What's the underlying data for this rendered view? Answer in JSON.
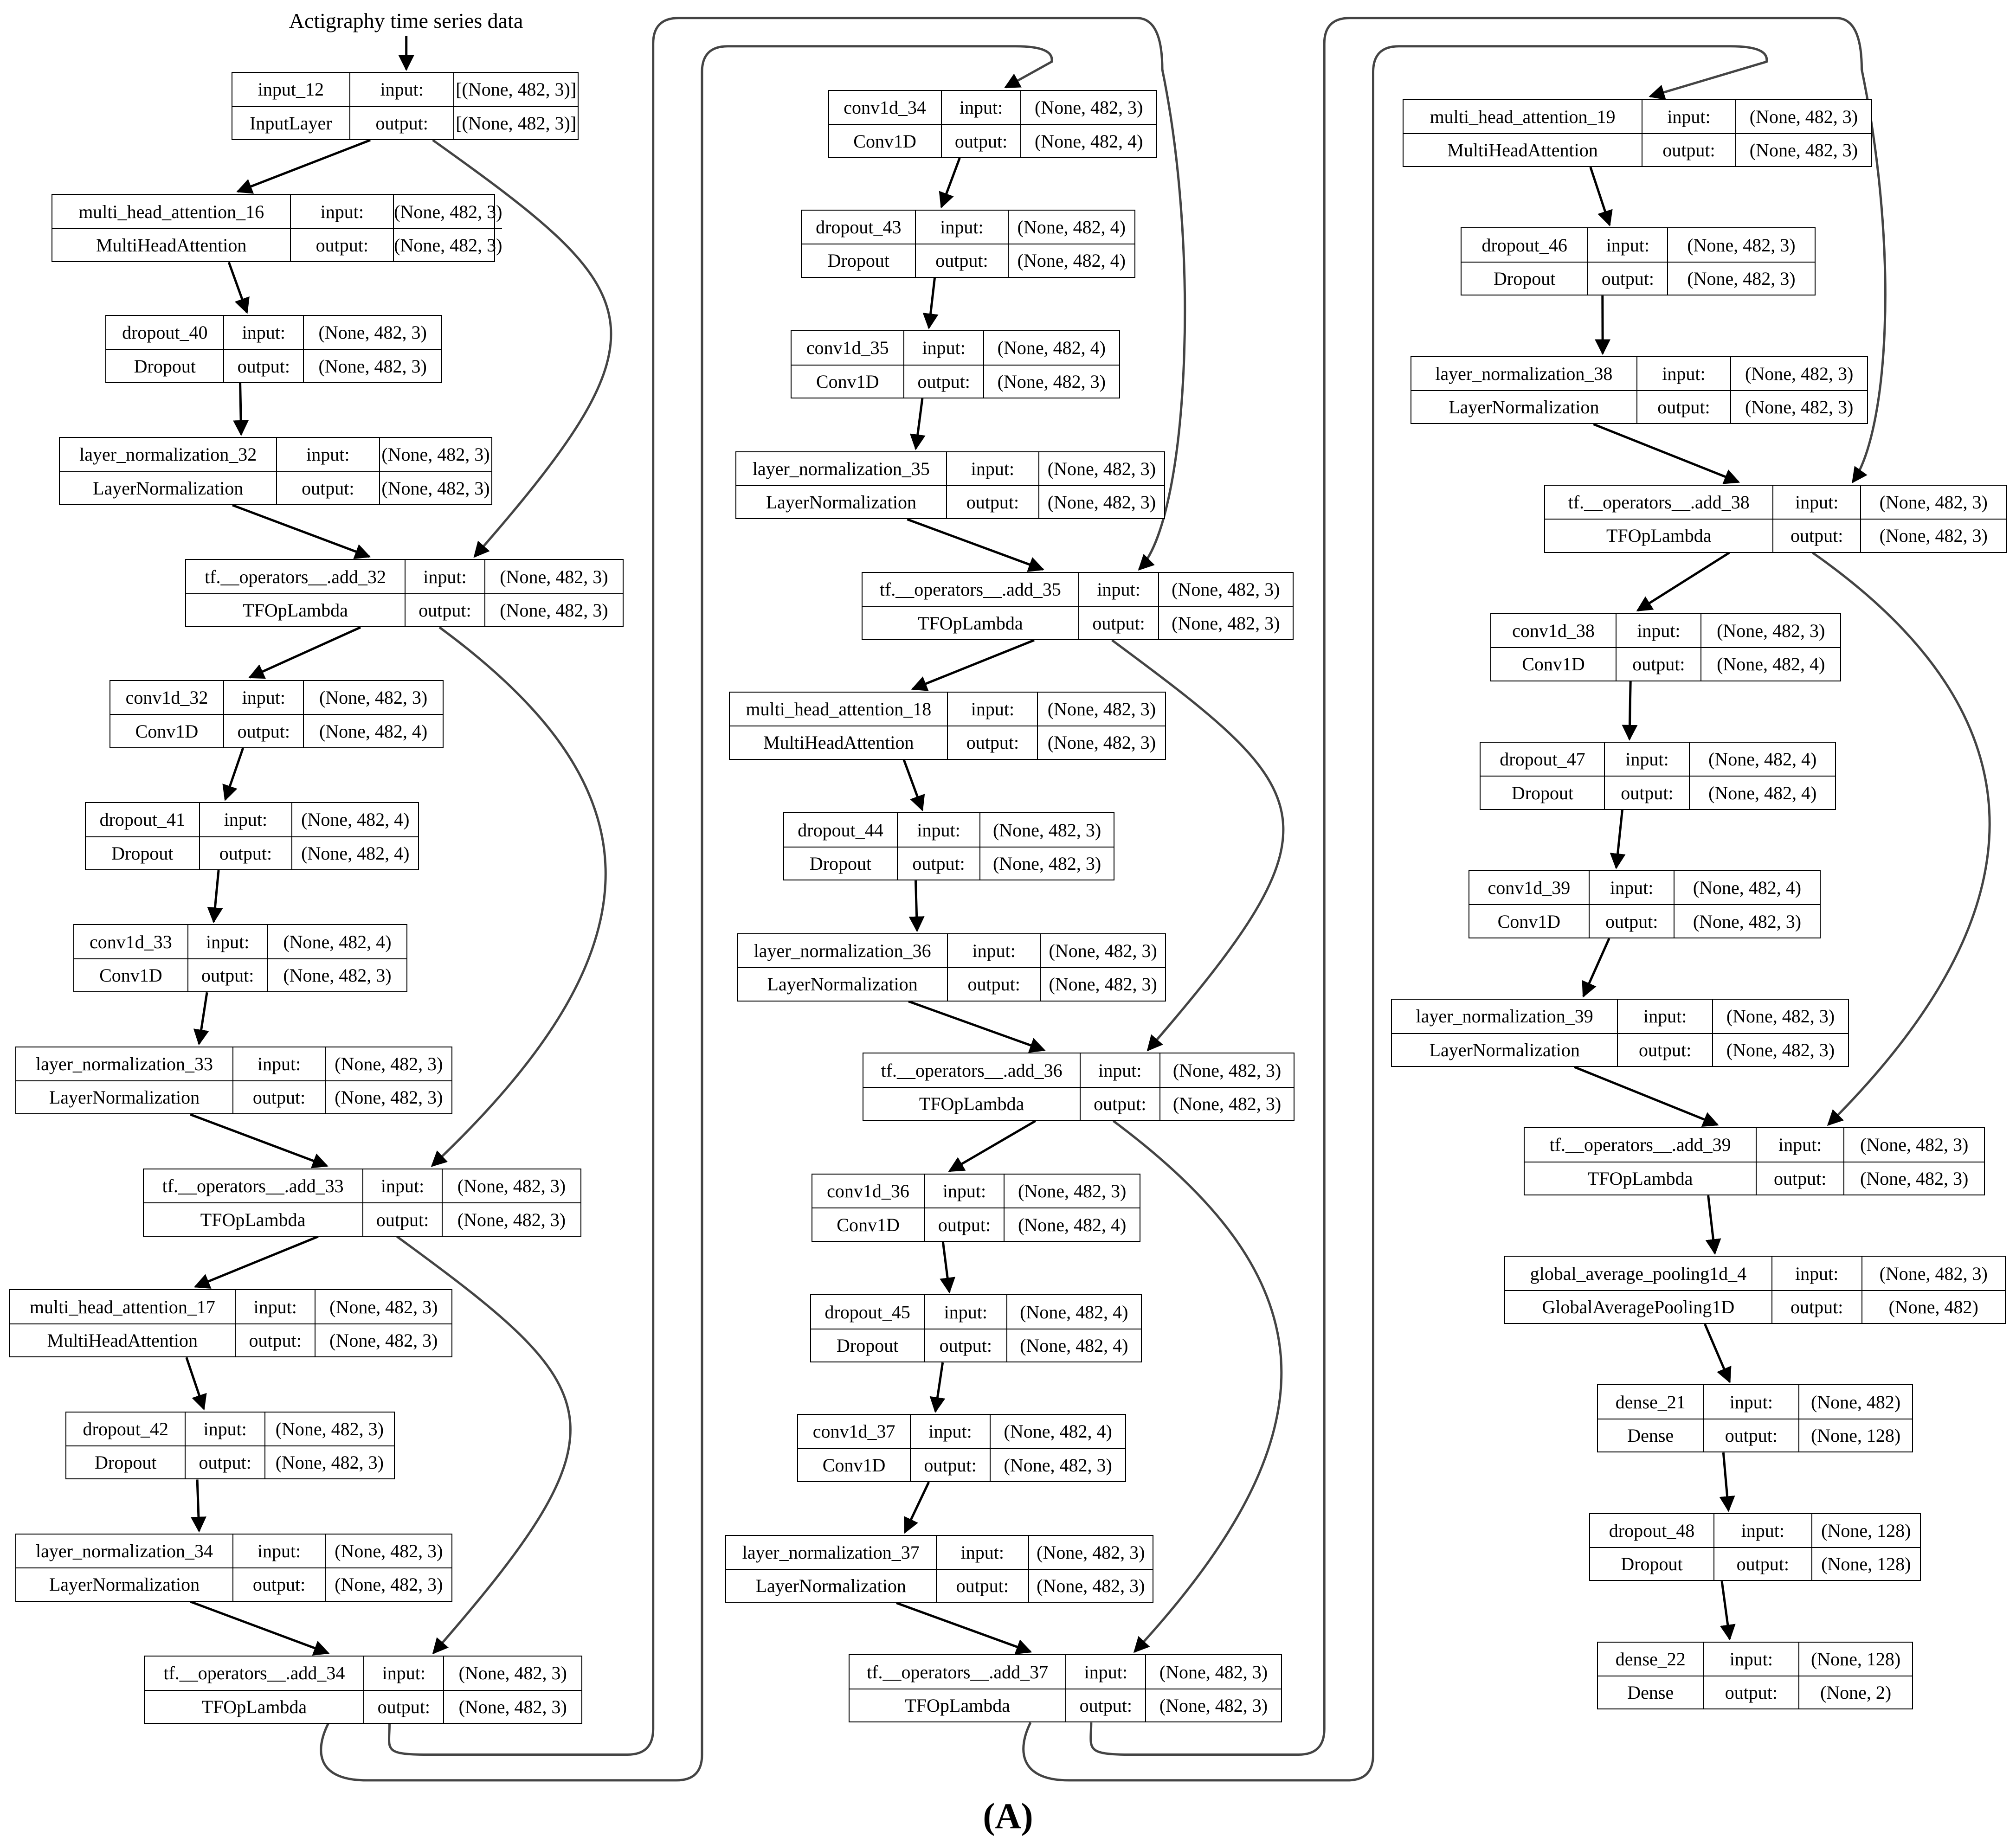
{
  "top_label": "Actigraphy time series data",
  "panel_label": "(A)",
  "nodes": [
    {
      "id": "input_12",
      "name": "input_12",
      "type": "InputLayer",
      "in_label": "input:",
      "out_label": "output:",
      "input": "[(None, 482, 3)]",
      "output": "[(None, 482, 3)]"
    },
    {
      "id": "mha16",
      "name": "multi_head_attention_16",
      "type": "MultiHeadAttention",
      "in_label": "input:",
      "out_label": "output:",
      "input": "(None, 482, 3)",
      "output": "(None, 482, 3)"
    },
    {
      "id": "do40",
      "name": "dropout_40",
      "type": "Dropout",
      "in_label": "input:",
      "out_label": "output:",
      "input": "(None, 482, 3)",
      "output": "(None, 482, 3)"
    },
    {
      "id": "ln32",
      "name": "layer_normalization_32",
      "type": "LayerNormalization",
      "in_label": "input:",
      "out_label": "output:",
      "input": "(None, 482, 3)",
      "output": "(None, 482, 3)"
    },
    {
      "id": "add32",
      "name": "tf.__operators__.add_32",
      "type": "TFOpLambda",
      "in_label": "input:",
      "out_label": "output:",
      "input": "(None, 482, 3)",
      "output": "(None, 482, 3)"
    },
    {
      "id": "cv32",
      "name": "conv1d_32",
      "type": "Conv1D",
      "in_label": "input:",
      "out_label": "output:",
      "input": "(None, 482, 3)",
      "output": "(None, 482, 4)"
    },
    {
      "id": "do41",
      "name": "dropout_41",
      "type": "Dropout",
      "in_label": "input:",
      "out_label": "output:",
      "input": "(None, 482, 4)",
      "output": "(None, 482, 4)"
    },
    {
      "id": "cv33",
      "name": "conv1d_33",
      "type": "Conv1D",
      "in_label": "input:",
      "out_label": "output:",
      "input": "(None, 482, 4)",
      "output": "(None, 482, 3)"
    },
    {
      "id": "ln33",
      "name": "layer_normalization_33",
      "type": "LayerNormalization",
      "in_label": "input:",
      "out_label": "output:",
      "input": "(None, 482, 3)",
      "output": "(None, 482, 3)"
    },
    {
      "id": "add33",
      "name": "tf.__operators__.add_33",
      "type": "TFOpLambda",
      "in_label": "input:",
      "out_label": "output:",
      "input": "(None, 482, 3)",
      "output": "(None, 482, 3)"
    },
    {
      "id": "mha17",
      "name": "multi_head_attention_17",
      "type": "MultiHeadAttention",
      "in_label": "input:",
      "out_label": "output:",
      "input": "(None, 482, 3)",
      "output": "(None, 482, 3)"
    },
    {
      "id": "do42",
      "name": "dropout_42",
      "type": "Dropout",
      "in_label": "input:",
      "out_label": "output:",
      "input": "(None, 482, 3)",
      "output": "(None, 482, 3)"
    },
    {
      "id": "ln34",
      "name": "layer_normalization_34",
      "type": "LayerNormalization",
      "in_label": "input:",
      "out_label": "output:",
      "input": "(None, 482, 3)",
      "output": "(None, 482, 3)"
    },
    {
      "id": "add34",
      "name": "tf.__operators__.add_34",
      "type": "TFOpLambda",
      "in_label": "input:",
      "out_label": "output:",
      "input": "(None, 482, 3)",
      "output": "(None, 482, 3)"
    },
    {
      "id": "cv34",
      "name": "conv1d_34",
      "type": "Conv1D",
      "in_label": "input:",
      "out_label": "output:",
      "input": "(None, 482, 3)",
      "output": "(None, 482, 4)"
    },
    {
      "id": "do43",
      "name": "dropout_43",
      "type": "Dropout",
      "in_label": "input:",
      "out_label": "output:",
      "input": "(None, 482, 4)",
      "output": "(None, 482, 4)"
    },
    {
      "id": "cv35",
      "name": "conv1d_35",
      "type": "Conv1D",
      "in_label": "input:",
      "out_label": "output:",
      "input": "(None, 482, 4)",
      "output": "(None, 482, 3)"
    },
    {
      "id": "ln35",
      "name": "layer_normalization_35",
      "type": "LayerNormalization",
      "in_label": "input:",
      "out_label": "output:",
      "input": "(None, 482, 3)",
      "output": "(None, 482, 3)"
    },
    {
      "id": "add35",
      "name": "tf.__operators__.add_35",
      "type": "TFOpLambda",
      "in_label": "input:",
      "out_label": "output:",
      "input": "(None, 482, 3)",
      "output": "(None, 482, 3)"
    },
    {
      "id": "mha18",
      "name": "multi_head_attention_18",
      "type": "MultiHeadAttention",
      "in_label": "input:",
      "out_label": "output:",
      "input": "(None, 482, 3)",
      "output": "(None, 482, 3)"
    },
    {
      "id": "do44",
      "name": "dropout_44",
      "type": "Dropout",
      "in_label": "input:",
      "out_label": "output:",
      "input": "(None, 482, 3)",
      "output": "(None, 482, 3)"
    },
    {
      "id": "ln36",
      "name": "layer_normalization_36",
      "type": "LayerNormalization",
      "in_label": "input:",
      "out_label": "output:",
      "input": "(None, 482, 3)",
      "output": "(None, 482, 3)"
    },
    {
      "id": "add36",
      "name": "tf.__operators__.add_36",
      "type": "TFOpLambda",
      "in_label": "input:",
      "out_label": "output:",
      "input": "(None, 482, 3)",
      "output": "(None, 482, 3)"
    },
    {
      "id": "cv36",
      "name": "conv1d_36",
      "type": "Conv1D",
      "in_label": "input:",
      "out_label": "output:",
      "input": "(None, 482, 3)",
      "output": "(None, 482, 4)"
    },
    {
      "id": "do45",
      "name": "dropout_45",
      "type": "Dropout",
      "in_label": "input:",
      "out_label": "output:",
      "input": "(None, 482, 4)",
      "output": "(None, 482, 4)"
    },
    {
      "id": "cv37",
      "name": "conv1d_37",
      "type": "Conv1D",
      "in_label": "input:",
      "out_label": "output:",
      "input": "(None, 482, 4)",
      "output": "(None, 482, 3)"
    },
    {
      "id": "ln37",
      "name": "layer_normalization_37",
      "type": "LayerNormalization",
      "in_label": "input:",
      "out_label": "output:",
      "input": "(None, 482, 3)",
      "output": "(None, 482, 3)"
    },
    {
      "id": "add37",
      "name": "tf.__operators__.add_37",
      "type": "TFOpLambda",
      "in_label": "input:",
      "out_label": "output:",
      "input": "(None, 482, 3)",
      "output": "(None, 482, 3)"
    },
    {
      "id": "mha19",
      "name": "multi_head_attention_19",
      "type": "MultiHeadAttention",
      "in_label": "input:",
      "out_label": "output:",
      "input": "(None, 482, 3)",
      "output": "(None, 482, 3)"
    },
    {
      "id": "do46",
      "name": "dropout_46",
      "type": "Dropout",
      "in_label": "input:",
      "out_label": "output:",
      "input": "(None, 482, 3)",
      "output": "(None, 482, 3)"
    },
    {
      "id": "ln38",
      "name": "layer_normalization_38",
      "type": "LayerNormalization",
      "in_label": "input:",
      "out_label": "output:",
      "input": "(None, 482, 3)",
      "output": "(None, 482, 3)"
    },
    {
      "id": "add38",
      "name": "tf.__operators__.add_38",
      "type": "TFOpLambda",
      "in_label": "input:",
      "out_label": "output:",
      "input": "(None, 482, 3)",
      "output": "(None, 482, 3)"
    },
    {
      "id": "cv38",
      "name": "conv1d_38",
      "type": "Conv1D",
      "in_label": "input:",
      "out_label": "output:",
      "input": "(None, 482, 3)",
      "output": "(None, 482, 4)"
    },
    {
      "id": "do47",
      "name": "dropout_47",
      "type": "Dropout",
      "in_label": "input:",
      "out_label": "output:",
      "input": "(None, 482, 4)",
      "output": "(None, 482, 4)"
    },
    {
      "id": "cv39",
      "name": "conv1d_39",
      "type": "Conv1D",
      "in_label": "input:",
      "out_label": "output:",
      "input": "(None, 482, 4)",
      "output": "(None, 482, 3)"
    },
    {
      "id": "ln39",
      "name": "layer_normalization_39",
      "type": "LayerNormalization",
      "in_label": "input:",
      "out_label": "output:",
      "input": "(None, 482, 3)",
      "output": "(None, 482, 3)"
    },
    {
      "id": "add39",
      "name": "tf.__operators__.add_39",
      "type": "TFOpLambda",
      "in_label": "input:",
      "out_label": "output:",
      "input": "(None, 482, 3)",
      "output": "(None, 482, 3)"
    },
    {
      "id": "gap4",
      "name": "global_average_pooling1d_4",
      "type": "GlobalAveragePooling1D",
      "in_label": "input:",
      "out_label": "output:",
      "input": "(None, 482, 3)",
      "output": "(None, 482)"
    },
    {
      "id": "dense21",
      "name": "dense_21",
      "type": "Dense",
      "in_label": "input:",
      "out_label": "output:",
      "input": "(None, 482)",
      "output": "(None, 128)"
    },
    {
      "id": "do48",
      "name": "dropout_48",
      "type": "Dropout",
      "in_label": "input:",
      "out_label": "output:",
      "input": "(None, 128)",
      "output": "(None, 128)"
    },
    {
      "id": "dense22",
      "name": "dense_22",
      "type": "Dense",
      "in_label": "input:",
      "out_label": "output:",
      "input": "(None, 128)",
      "output": "(None, 2)"
    }
  ],
  "edges": [
    [
      "input_12",
      "mha16"
    ],
    [
      "mha16",
      "do40"
    ],
    [
      "do40",
      "ln32"
    ],
    [
      "ln32",
      "add32"
    ],
    [
      "input_12",
      "add32"
    ],
    [
      "add32",
      "cv32"
    ],
    [
      "cv32",
      "do41"
    ],
    [
      "do41",
      "cv33"
    ],
    [
      "cv33",
      "ln33"
    ],
    [
      "ln33",
      "add33"
    ],
    [
      "add32",
      "add33"
    ],
    [
      "add33",
      "mha17"
    ],
    [
      "mha17",
      "do42"
    ],
    [
      "do42",
      "ln34"
    ],
    [
      "ln34",
      "add34"
    ],
    [
      "add33",
      "add34"
    ],
    [
      "add34",
      "cv34"
    ],
    [
      "cv34",
      "do43"
    ],
    [
      "do43",
      "cv35"
    ],
    [
      "cv35",
      "ln35"
    ],
    [
      "ln35",
      "add35"
    ],
    [
      "add34",
      "add35"
    ],
    [
      "add35",
      "mha18"
    ],
    [
      "mha18",
      "do44"
    ],
    [
      "do44",
      "ln36"
    ],
    [
      "ln36",
      "add36"
    ],
    [
      "add35",
      "add36"
    ],
    [
      "add36",
      "cv36"
    ],
    [
      "cv36",
      "do45"
    ],
    [
      "do45",
      "cv37"
    ],
    [
      "cv37",
      "ln37"
    ],
    [
      "ln37",
      "add37"
    ],
    [
      "add36",
      "add37"
    ],
    [
      "add37",
      "mha19"
    ],
    [
      "mha19",
      "do46"
    ],
    [
      "do46",
      "ln38"
    ],
    [
      "ln38",
      "add38"
    ],
    [
      "add37",
      "add38"
    ],
    [
      "add38",
      "cv38"
    ],
    [
      "cv38",
      "do47"
    ],
    [
      "do47",
      "cv39"
    ],
    [
      "cv39",
      "ln39"
    ],
    [
      "ln39",
      "add39"
    ],
    [
      "add38",
      "add39"
    ],
    [
      "add39",
      "gap4"
    ],
    [
      "gap4",
      "dense21"
    ],
    [
      "dense21",
      "do48"
    ],
    [
      "do48",
      "dense22"
    ]
  ]
}
